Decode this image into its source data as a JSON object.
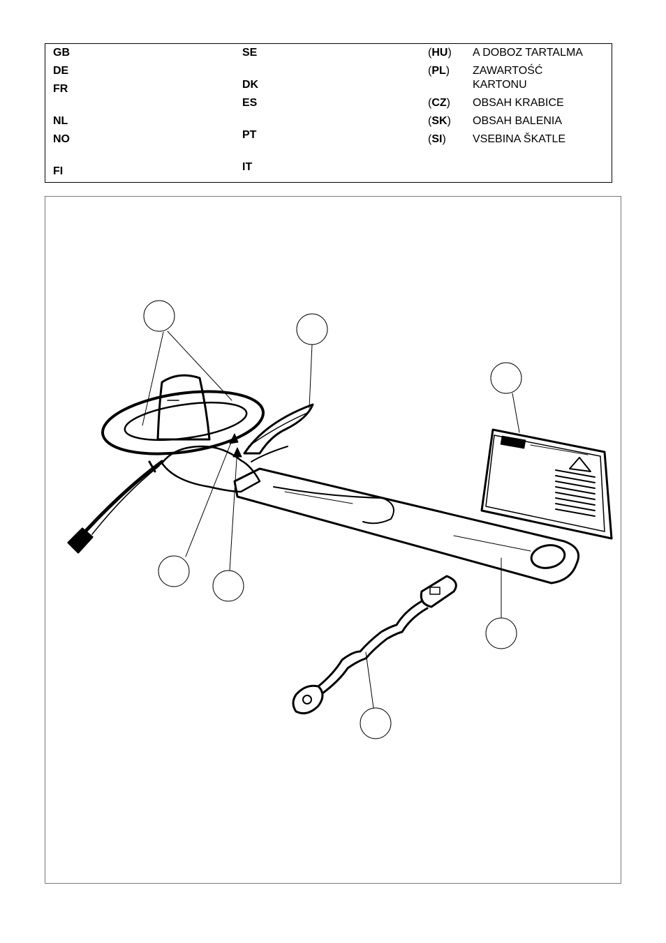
{
  "languages": {
    "col1": [
      "GB",
      "DE",
      "FR",
      "NL",
      "NO",
      "FI"
    ],
    "col2": [
      "SE",
      "DK",
      "ES",
      "PT",
      "IT"
    ],
    "col3": [
      {
        "code": "HU",
        "label": "A DOBOZ TARTALMA"
      },
      {
        "code": "PL",
        "label": "ZAWARTOŚĆ KARTONU"
      },
      {
        "code": "CZ",
        "label": "OBSAH KRABICE"
      },
      {
        "code": "SK",
        "label": "OBSAH BALENIA"
      },
      {
        "code": "SI",
        "label": "VSEBINA ŠKATLE"
      }
    ]
  }
}
